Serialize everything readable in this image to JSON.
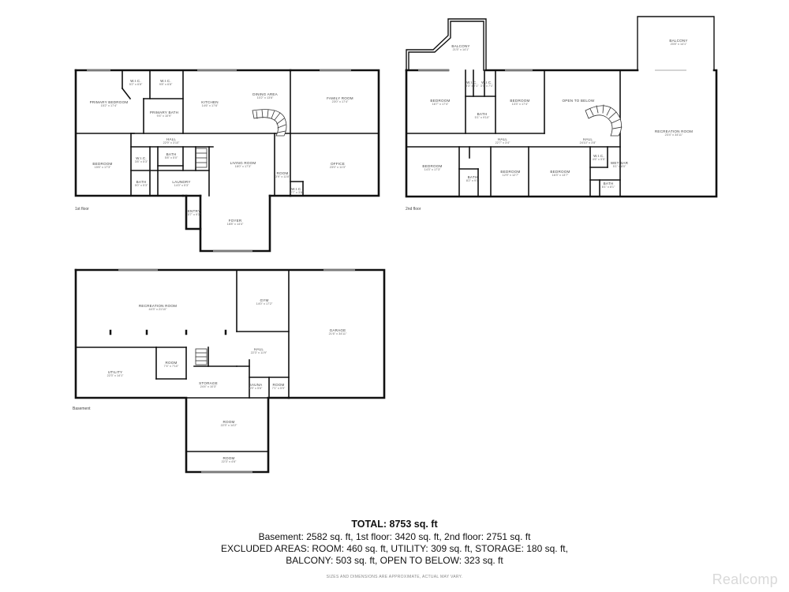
{
  "floors": {
    "first": {
      "label": "1st floor",
      "rooms": {
        "primary_bedroom": {
          "name": "PRIMARY BEDROOM",
          "dims": "15'2\" x 17'4\""
        },
        "wic1": {
          "name": "W.I.C.",
          "dims": "5'2\" x 6'8\""
        },
        "wic2": {
          "name": "W.I.C.",
          "dims": "9'8\" x 6'8\""
        },
        "primary_bath": {
          "name": "PRIMARY BATH",
          "dims": "9'4\" x 10'9\""
        },
        "kitchen": {
          "name": "KITCHEN",
          "dims": "14'6\" x 17'6\""
        },
        "dining": {
          "name": "DINING AREA",
          "dims": "10'2\" x 13'6\""
        },
        "family": {
          "name": "FAMILY ROOM",
          "dims": "23'0\" x 17'4\""
        },
        "bedroom": {
          "name": "BEDROOM",
          "dims": "15'6\" x 17'3\""
        },
        "hall": {
          "name": "HALL",
          "dims": "22'9\" x 3'10\""
        },
        "wic3": {
          "name": "W.I.C.",
          "dims": "3'8\" x 5'3\""
        },
        "bath_small": {
          "name": "BATH",
          "dims": "5'0\" x 5'3\""
        },
        "bath": {
          "name": "BATH",
          "dims": "5'8\" x 5'0\""
        },
        "laundry": {
          "name": "LAUNDRY",
          "dims": "14'0\" x 5'3\""
        },
        "living": {
          "name": "LIVING ROOM",
          "dims": "18'0\" x 17'3\""
        },
        "room": {
          "name": "ROOM",
          "dims": "3'9\" x 11'8\""
        },
        "office": {
          "name": "OFFICE",
          "dims": "23'0\" x 11'3\""
        },
        "wic4": {
          "name": "W.I.C.",
          "dims": "2'7\" x 3'8\""
        },
        "entry": {
          "name": "ENTRY",
          "dims": "5'7\" x 9'3\""
        },
        "foyer": {
          "name": "FOYER",
          "dims": "18'8\" x 14'4\""
        }
      }
    },
    "second": {
      "label": "2nd floor",
      "rooms": {
        "balcony1": {
          "name": "BALCONY",
          "dims": "21'5\" x 14'1\""
        },
        "balcony2": {
          "name": "BALCONY",
          "dims": "20'8\" x 14'1\""
        },
        "bedroom1": {
          "name": "BEDROOM",
          "dims": "16'7\" x 17'4\""
        },
        "wic1": {
          "name": "W.I.C.",
          "dims": "3'3\" x 7'1\""
        },
        "wic2": {
          "name": "W.I.C.",
          "dims": "3'7\" x 7'1\""
        },
        "bedroom2": {
          "name": "BEDROOM",
          "dims": "13'3\" x 17'4\""
        },
        "bath1": {
          "name": "BATH",
          "dims": "5'1\" x 9'10\""
        },
        "open": {
          "name": "OPEN TO BELOW",
          "dims": ""
        },
        "rec": {
          "name": "RECREATION ROOM",
          "dims": "23'4\" x 34'11\""
        },
        "hall1": {
          "name": "HALL",
          "dims": "22'7\" x 3'4\""
        },
        "hall2": {
          "name": "HALL",
          "dims": "24'10\" x 3'8\""
        },
        "bedroom3": {
          "name": "BEDROOM",
          "dims": "14'3\" x 17'3\""
        },
        "bath2": {
          "name": "BATH",
          "dims": "8'2\" x 9'1\""
        },
        "bedroom4": {
          "name": "BEDROOM",
          "dims": "12'9\" x 12'7\""
        },
        "bedroom5": {
          "name": "BEDROOM",
          "dims": "16'3\" x 13'7\""
        },
        "wic3": {
          "name": "W.I.C.",
          "dims": "4'6\" x 5'5\""
        },
        "wetbar": {
          "name": "WET BAR",
          "dims": "5'1\" x 8'0\""
        },
        "bath3": {
          "name": "BATH",
          "dims": "6'1\" x 8'1\""
        }
      }
    },
    "basement": {
      "label": "Basement",
      "rooms": {
        "rec": {
          "name": "RECREATION ROOM",
          "dims": "44'3\" x 21'10\""
        },
        "gym": {
          "name": "GYM",
          "dims": "14'0\" x 17'2\""
        },
        "garage": {
          "name": "GARAGE",
          "dims": "21'6\" x 34'11\""
        },
        "hall": {
          "name": "HALL",
          "dims": "22'3\" x 11'9\""
        },
        "room_small": {
          "name": "ROOM",
          "dims": "7'4\" x 7'10\""
        },
        "utility": {
          "name": "UTILITY",
          "dims": "22'3\" x 14'1\""
        },
        "storage": {
          "name": "STORAGE",
          "dims": "24'4\" x 10'3\""
        },
        "sauna": {
          "name": "SAUNA",
          "dims": "6'9\" x 5'6\""
        },
        "room_tiny": {
          "name": "ROOM",
          "dims": "7'1\" x 5'9\""
        },
        "room1": {
          "name": "ROOM",
          "dims": "22'3\" x 14'2\""
        },
        "room2": {
          "name": "ROOM",
          "dims": "22'3\" x 4'6\""
        }
      }
    }
  },
  "summary": {
    "total": "TOTAL: 8753 sq. ft",
    "line1": "Basement: 2582 sq. ft, 1st floor: 3420 sq. ft, 2nd floor: 2751 sq. ft",
    "line2": "EXCLUDED AREAS: ROOM: 460 sq. ft, UTILITY: 309 sq. ft, STORAGE: 180 sq. ft,",
    "line3": "BALCONY: 503 sq. ft, OPEN TO BELOW: 323 sq. ft",
    "disclaimer": "SIZES AND DIMENSIONS ARE APPROXIMATE, ACTUAL MAY VARY."
  },
  "brand": "Realcomp"
}
